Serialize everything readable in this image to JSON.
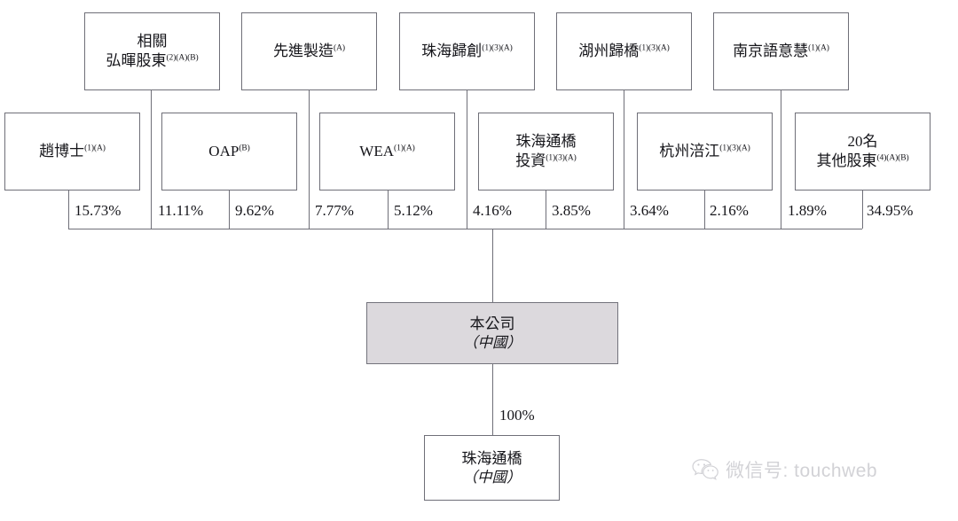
{
  "diagram": {
    "title": "Shareholding structure chart",
    "colors": {
      "box_border": "#6f6f78",
      "box_fill": "#ffffff",
      "highlight_fill": "#dcd9dd",
      "line": "#6f6f78",
      "text": "#15151a",
      "watermark": "#d2d2d6"
    },
    "top_row": [
      {
        "name": "相關",
        "name2": "弘暉股東",
        "marks": "(2)(A)(B)"
      },
      {
        "name": "先進製造",
        "name2": "",
        "marks": "(A)"
      },
      {
        "name": "珠海歸創",
        "name2": "",
        "marks": "(1)(3)(A)"
      },
      {
        "name": "湖州歸橋",
        "name2": "",
        "marks": "(1)(3)(A)"
      },
      {
        "name": "南京語意慧",
        "name2": "",
        "marks": "(1)(A)"
      }
    ],
    "second_row": [
      {
        "name": "趙博士",
        "name2": "",
        "marks": "(1)(A)"
      },
      {
        "name": "OAP",
        "name2": "",
        "marks": "(B)"
      },
      {
        "name": "WEA",
        "name2": "",
        "marks": "(1)(A)"
      },
      {
        "name": "珠海通橋",
        "name2": "投資",
        "marks": "(1)(3)(A)"
      },
      {
        "name": "杭州涪江",
        "name2": "",
        "marks": "(1)(3)(A)"
      },
      {
        "name": "20名",
        "name2": "其他股東",
        "marks": "(4)(A)(B)"
      }
    ],
    "percentages": [
      "15.73%",
      "11.11%",
      "9.62%",
      "7.77%",
      "5.12%",
      "4.16%",
      "3.85%",
      "3.64%",
      "2.16%",
      "1.89%",
      "34.95%"
    ],
    "company": {
      "name": "本公司",
      "region": "（中國）"
    },
    "subsidiary": {
      "name": "珠海通橋",
      "region": "（中國）",
      "ownership": "100%"
    }
  },
  "watermark": {
    "icon": "wechat-icon",
    "text": "微信号: touchweb"
  }
}
